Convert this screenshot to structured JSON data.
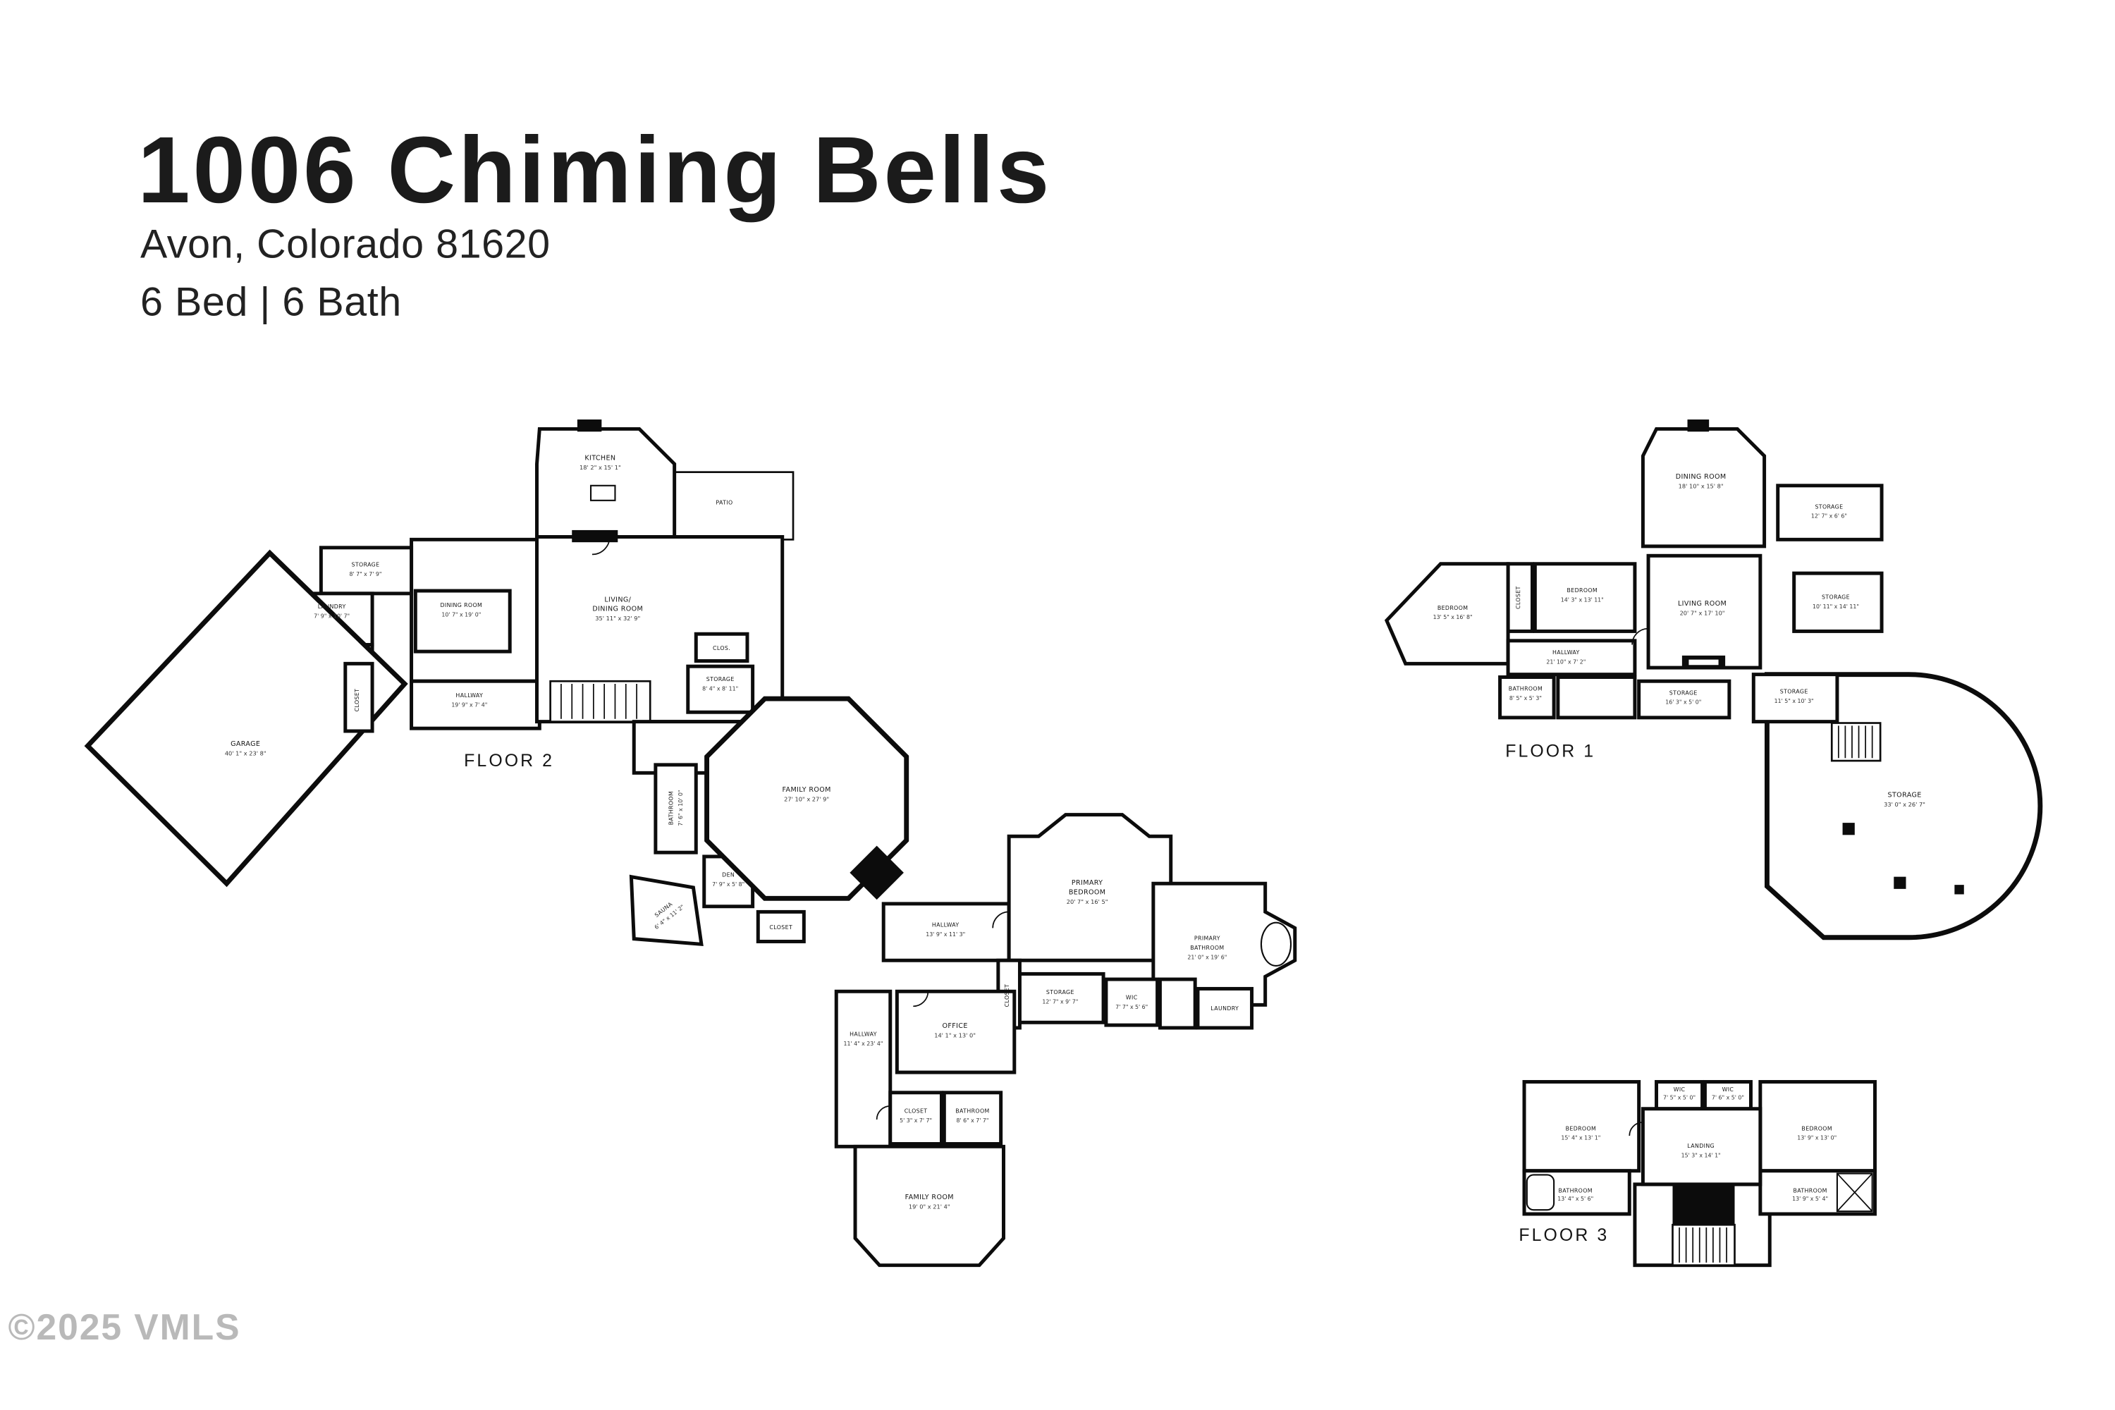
{
  "header": {
    "title": "1006 Chiming Bells",
    "address": "Avon, Colorado 81620",
    "beds_baths": "6 Bed  | 6 Bath"
  },
  "watermark": "©2025 VMLS",
  "floor2": {
    "label": "FLOOR 2",
    "rooms": {
      "kitchen": {
        "name": "KITCHEN",
        "dims": "18' 2\" x 15' 1\""
      },
      "patio": {
        "name": "PATIO"
      },
      "storage_a": {
        "name": "STORAGE",
        "dims": "8' 7\" x 7' 9\""
      },
      "laundry_a": {
        "name": "LAUNDRY",
        "dims": "7' 9\" x 10' 7\""
      },
      "dining": {
        "name": "DINING ROOM",
        "dims": "10' 7\" x 19' 0\""
      },
      "living_dining": {
        "name": "LIVING/",
        "name2": "DINING ROOM",
        "dims": "35' 11\" x 32' 9\""
      },
      "clos": {
        "name": "CLOS."
      },
      "storage_b": {
        "name": "STORAGE",
        "dims": "8' 4\" x 8' 11\""
      },
      "hallway_a": {
        "name": "HALLWAY",
        "dims": "19' 9\" x 7' 4\""
      },
      "garage": {
        "name": "GARAGE",
        "dims": "40' 1\" x 23' 8\""
      },
      "closet_a": {
        "name": "CLOSET"
      },
      "bathroom_a": {
        "name": "BATHROOM",
        "dims": "7' 6\" x 10' 0\""
      },
      "family_room_a": {
        "name": "FAMILY ROOM",
        "dims": "27' 10\" x 27' 9\""
      },
      "den": {
        "name": "DEN",
        "dims": "7' 9\" x 5' 8\""
      },
      "sauna": {
        "name": "SAUNA",
        "dims": "6' 4\" x 11' 2\""
      },
      "closet_b": {
        "name": "CLOSET"
      },
      "hallway_b": {
        "name": "HALLWAY",
        "dims": "13' 9\" x 11' 3\""
      },
      "primary_bedroom": {
        "name": "PRIMARY",
        "name2": "BEDROOM",
        "dims": "20' 7\" x 16' 5\""
      },
      "primary_bathroom": {
        "name": "PRIMARY",
        "name2": "BATHROOM",
        "dims": "21' 0\" x 19' 6\""
      },
      "storage_c": {
        "name": "STORAGE",
        "dims": "12' 7\" x 9' 7\""
      },
      "wic": {
        "name": "WIC",
        "dims": "7' 7\" x 5' 6\""
      },
      "laundry_b": {
        "name": "LAUNDRY"
      },
      "closet_c": {
        "name": "CLOSET"
      },
      "office": {
        "name": "OFFICE",
        "dims": "14' 1\" x 13' 0\""
      },
      "hallway_c": {
        "name": "HALLWAY",
        "dims": "11' 4\" x 23' 4\""
      },
      "closet_d": {
        "name": "CLOSET",
        "dims": "5' 3\" x 7' 7\""
      },
      "bathroom_b": {
        "name": "BATHROOM",
        "dims": "8' 6\" x 7' 7\""
      },
      "family_room_b": {
        "name": "FAMILY ROOM",
        "dims": "19' 0\" x 21' 4\""
      }
    }
  },
  "floor1": {
    "label": "FLOOR 1",
    "rooms": {
      "dining": {
        "name": "DINING ROOM",
        "dims": "18' 10\" x 15' 8\""
      },
      "storage_a": {
        "name": "STORAGE",
        "dims": "12' 7\" x 6' 6\""
      },
      "bedroom_a": {
        "name": "BEDROOM",
        "dims": "14' 3\" x 13' 11\""
      },
      "closet": {
        "name": "CLOSET"
      },
      "bedroom_b": {
        "name": "BEDROOM",
        "dims": "13' 5\" x 16' 8\""
      },
      "living": {
        "name": "LIVING ROOM",
        "dims": "20' 7\" x 17' 10\""
      },
      "storage_b": {
        "name": "STORAGE",
        "dims": "10' 11\" x 14' 11\""
      },
      "hallway": {
        "name": "HALLWAY",
        "dims": "21' 10\" x 7' 2\""
      },
      "bathroom": {
        "name": "BATHROOM",
        "dims": "8' 5\" x 5' 3\""
      },
      "storage_c": {
        "name": "STORAGE",
        "dims": "16' 3\" x 5' 0\""
      },
      "storage_d": {
        "name": "STORAGE",
        "dims": "11' 5\" x 10' 3\""
      },
      "storage_round": {
        "name": "STORAGE",
        "dims": "33' 0\" x 26' 7\""
      }
    }
  },
  "floor3": {
    "label": "FLOOR 3",
    "rooms": {
      "wic_a": {
        "name": "WIC",
        "dims": "7' 5\" x 5' 0\""
      },
      "wic_b": {
        "name": "WIC",
        "dims": "7' 6\" x 5' 0\""
      },
      "bedroom_a": {
        "name": "BEDROOM",
        "dims": "15' 4\" x 13' 1\""
      },
      "bedroom_b": {
        "name": "BEDROOM",
        "dims": "13' 9\" x 13' 0\""
      },
      "landing": {
        "name": "LANDING",
        "dims": "15' 3\" x 14' 1\""
      },
      "bathroom_a": {
        "name": "BATHROOM",
        "dims": "13' 4\" x 5' 6\""
      },
      "bathroom_b": {
        "name": "BATHROOM",
        "dims": "13' 9\" x 5' 4\""
      }
    }
  }
}
